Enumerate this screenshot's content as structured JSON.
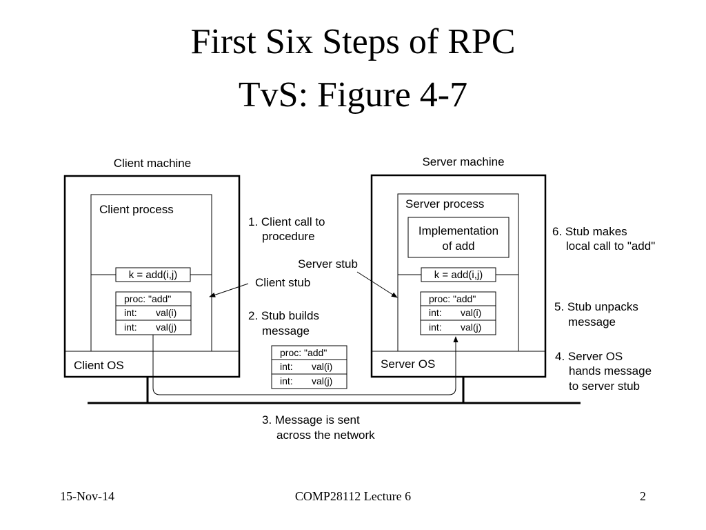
{
  "slide": {
    "title_line1": "First Six Steps of RPC",
    "title_line2": "TvS: Figure 4-7",
    "footer_date": "15-Nov-14",
    "footer_course": "COMP28112  Lecture 6",
    "footer_page": "2"
  },
  "diagram": {
    "client_machine_label": "Client machine",
    "server_machine_label": "Server machine",
    "client_process_label": "Client process",
    "server_process_label": "Server process",
    "implementation_line1": "Implementation",
    "implementation_line2": "of add",
    "client_call": "k = add(i,j)",
    "server_call": "k = add(i,j)",
    "client_os_label": "Client OS",
    "server_os_label": "Server OS",
    "client_stub_label": "Client stub",
    "server_stub_label": "Server stub",
    "message": {
      "row1": "proc: \"add\"",
      "row2_type": "int:",
      "row2_val": "val(i)",
      "row3_type": "int:",
      "row3_val": "val(j)"
    },
    "steps": {
      "step1_line1": "1. Client call to",
      "step1_line2": "procedure",
      "step2_line1": "2. Stub builds",
      "step2_line2": "message",
      "step3_line1": "3. Message is sent",
      "step3_line2": "across the network",
      "step4_line1": "4. Server OS",
      "step4_line2": "hands message",
      "step4_line3": "to server stub",
      "step5_line1": "5. Stub unpacks",
      "step5_line2": "message",
      "step6_line1": "6. Stub makes",
      "step6_line2": "local call to \"add\""
    }
  }
}
